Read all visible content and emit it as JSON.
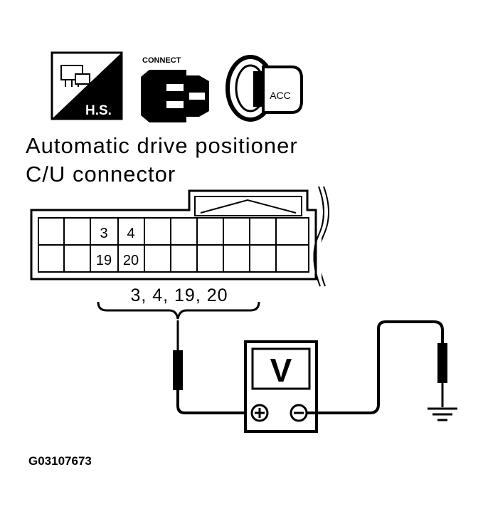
{
  "icons": {
    "hs_label": "H.S.",
    "connect_label": "CONNECT",
    "acc_label": "ACC"
  },
  "title": {
    "line1": "Automatic drive positioner",
    "line2": "C/U connector"
  },
  "connector": {
    "pins_top": [
      "3",
      "4"
    ],
    "pins_bottom": [
      "19",
      "20"
    ],
    "pin_list": "3, 4, 19, 20"
  },
  "meter": {
    "mode": "V"
  },
  "figure_id": "G03107673"
}
